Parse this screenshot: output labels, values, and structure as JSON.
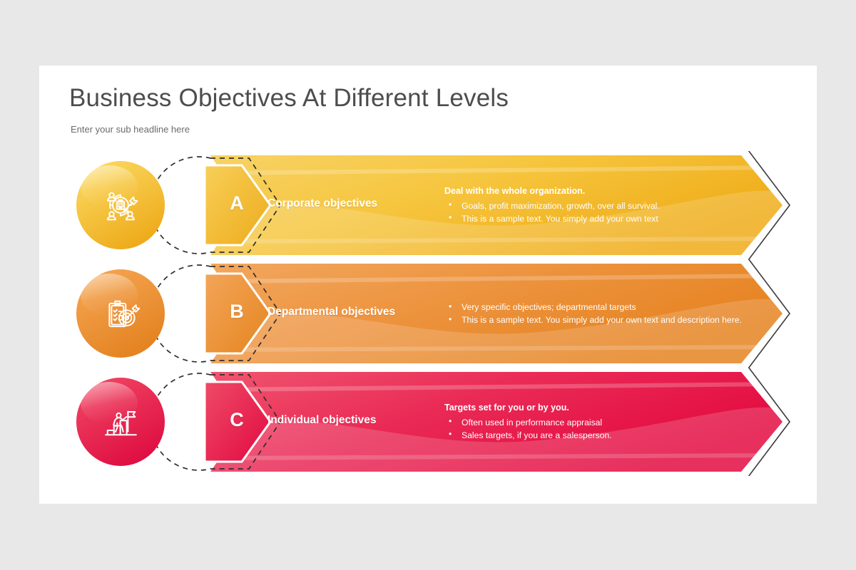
{
  "slide": {
    "title": "Business Objectives At Different Levels",
    "subtitle": "Enter your sub headline here",
    "background_color": "#e8e8e8",
    "surface_color": "#ffffff"
  },
  "rows": [
    {
      "letter": "A",
      "label": "Corporate objectives",
      "icon": "organization-target-icon",
      "heading": "Deal with the whole organization.",
      "bullets": [
        "Goals, profit maximization, growth, over all survival.",
        "This is a sample text. You simply add your own text"
      ],
      "colors": {
        "light": "#f7d265",
        "mid": "#f6c63f",
        "dark": "#efab17",
        "circle_light": "#fbd85f",
        "circle_dark": "#eda715",
        "chevron_light": "#f8cf58",
        "chevron_dark": "#edab1b"
      }
    },
    {
      "letter": "B",
      "label": "Departmental objectives",
      "icon": "clipboard-target-icon",
      "heading": "",
      "bullets": [
        "Very specific objectives; departmental targets",
        "This is a sample text. You simply add your own text and description here."
      ],
      "colors": {
        "light": "#f2a75e",
        "mid": "#ed9440",
        "dark": "#e5821f",
        "circle_light": "#f5a451",
        "circle_dark": "#e2801d",
        "chevron_light": "#f3a559",
        "chevron_dark": "#e5851f"
      }
    },
    {
      "letter": "C",
      "label": "Individual objectives",
      "icon": "person-stairs-flag-icon",
      "heading": "Targets set for you or by you.",
      "bullets": [
        "Often used in performance appraisal",
        "Sales targets, if you are a salesperson."
      ],
      "colors": {
        "light": "#f0556f",
        "mid": "#ea2b56",
        "dark": "#e3093f",
        "circle_light": "#f04462",
        "circle_dark": "#dd0a3f",
        "chevron_light": "#ef4a68",
        "chevron_dark": "#e10a40"
      }
    }
  ]
}
